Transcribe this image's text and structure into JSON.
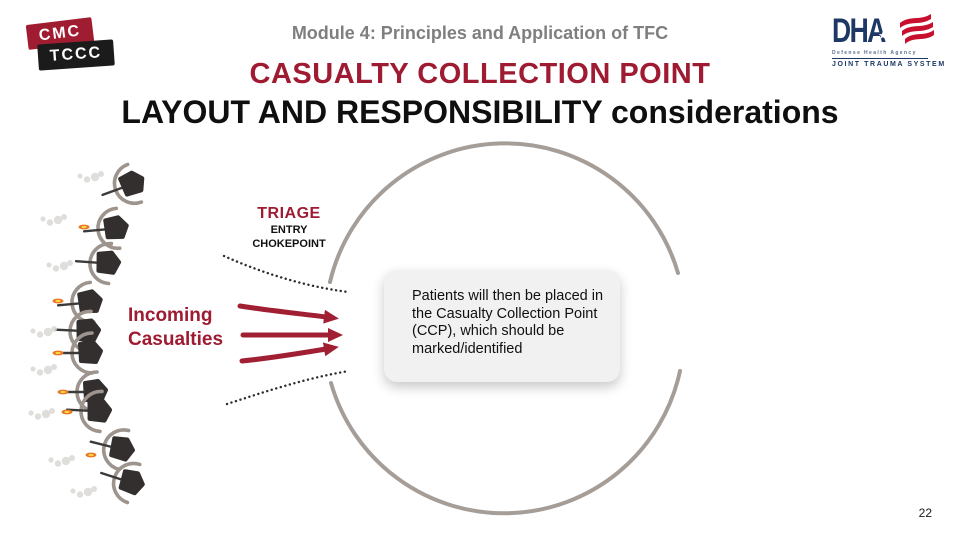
{
  "slide": {
    "module_header": "Module 4: Principles and Application of TFC",
    "title_line1": "CASUALTY COLLECTION POINT",
    "title_line2": "LAYOUT AND RESPONSIBILITY considerations",
    "page_number": "22"
  },
  "logos": {
    "cmc_tccc": {
      "top": "CMC",
      "bottom": "TCCC"
    },
    "dha": {
      "acronym": "DHA",
      "subtitle": "Defense Health Agency",
      "org": "JOINT TRAUMA SYSTEM"
    }
  },
  "diagram": {
    "triage_label": "TRIAGE",
    "entry_label": "ENTRY",
    "chokepoint_label": "CHOKEPOINT",
    "incoming_line1": "Incoming",
    "incoming_line2": "Casualties",
    "ccp_note": "Patients will then be placed in the Casualty Collection Point (CCP), which should be marked/identified"
  },
  "colors": {
    "maroon": "#9E1B32",
    "arrow_red": "#A01F33",
    "navy": "#1E3865",
    "flag_red": "#C8102E",
    "header_gray": "#7F7F7F",
    "circle_stroke": "#A59D98",
    "note_bg": "#F1F1F2",
    "stamp_red": "#A01C30",
    "stamp_black": "#1B1B1B",
    "muzzle_flash_orange": "#E87722"
  }
}
